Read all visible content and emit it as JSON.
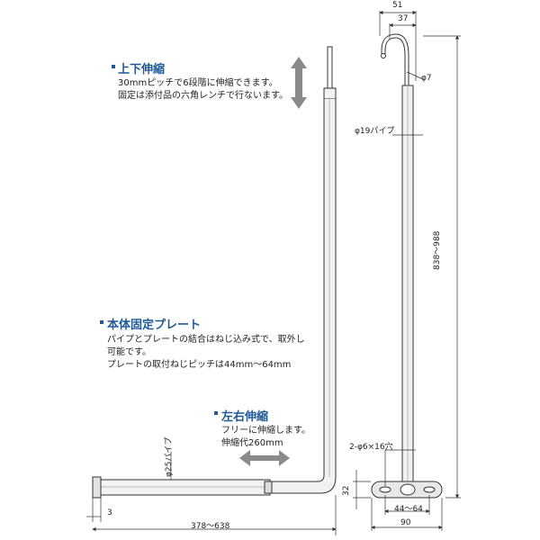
{
  "notes": {
    "vertical": {
      "heading": "上下伸縮",
      "lines": [
        "30mmピッチで6段階に伸縮できます。",
        "固定は添付品の六角レンチで行ないます。"
      ]
    },
    "plate": {
      "heading": "本体固定プレート",
      "lines": [
        "パイプとプレートの結合はねじ込み式で、取外し",
        "可能です。",
        "プレートの取付ねじピッチは44mm～64mm"
      ]
    },
    "horizontal": {
      "heading": "左右伸縮",
      "lines": [
        "フリーに伸縮します。",
        "伸縮代260mm"
      ]
    }
  },
  "dimensions": {
    "hook_width": "51",
    "hook_inner": "37",
    "hook_wire": "φ7",
    "pipe_vertical": "φ19パイプ",
    "pipe_horizontal": "φ25パイプ",
    "height": "838～988",
    "hole": "2-φ6×16穴",
    "plate_height": "32",
    "plate_pitch": "44～64",
    "plate_width": "90",
    "flange": "3",
    "length": "378～638"
  },
  "colors": {
    "heading": "#1f5a96",
    "arrow": "#8a8a8a",
    "pipe_fill": "#f2f2f2",
    "line": "#333333"
  }
}
